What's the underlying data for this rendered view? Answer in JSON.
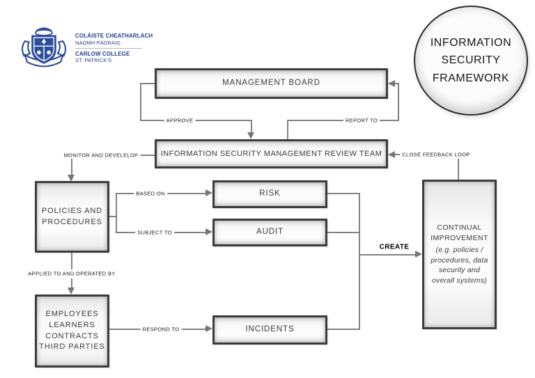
{
  "logo": {
    "irish_name": "COLÁISTE CHEATHARLACH",
    "irish_sub": "NAOMH PÁDRAIG",
    "english_name": "CARLOW COLLEGE",
    "english_sub": "ST. PATRICK'S",
    "brand_color": "#24418e"
  },
  "title_circle": {
    "text": "INFORMATION\nSECURITY\nFRAMEWORK"
  },
  "nodes": {
    "management_board": "MANAGEMENT BOARD",
    "review_team": "INFORMATION SECURITY MANAGEMENT REVIEW TEAM",
    "policies_procedures": "POLICIES AND\nPROCEDURES",
    "risk": "RISK",
    "audit": "AUDIT",
    "incidents": "INCIDENTS",
    "people": "EMPLOYEES\nLEARNERS\nCONTRACTS\nTHIRD PARTIES",
    "continual_improvement_title": "CONTINUAL\nIMPROVEMENT",
    "continual_improvement_note": "(e.g. policies /\nprocedures, data\nsecurity and\noverall systems)"
  },
  "edge_labels": {
    "approve": "APPROVE",
    "report_to": "REPORT TO",
    "monitor_and_develop": "MONITOR AND DEVELELOP",
    "close_feedback_loop": "CLOSE FEEDBACK LOOP",
    "based_on": "BASED ON",
    "subject_to": "SUBJECT TO",
    "applied_to_and_operated_by": "APPLIED TO AND OPERATED BY",
    "respond_to": "RESPOND TO",
    "create": "CREATE"
  },
  "colors": {
    "background": "#ffffff",
    "connector_gray": "#828282",
    "node_border": "#3c3c3c",
    "node_fill": "#f4f4f4",
    "brand_blue": "#24418e"
  }
}
